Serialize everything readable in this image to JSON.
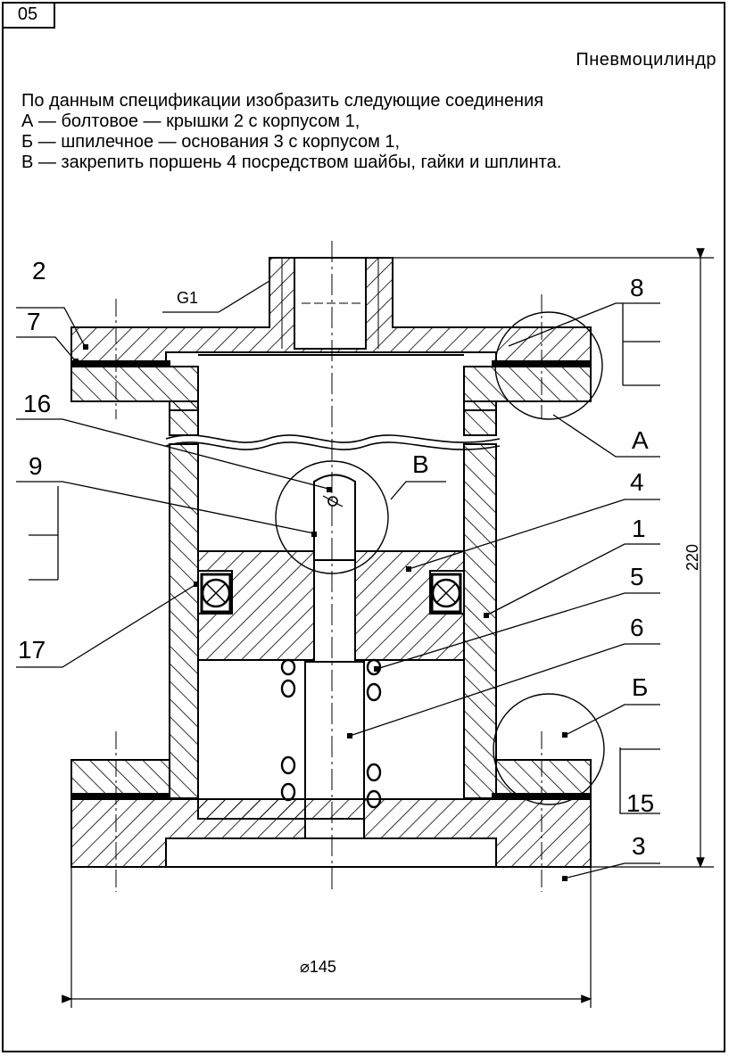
{
  "sheet": {
    "number": "05",
    "title": "Пневмоцилиндр"
  },
  "task": {
    "intro": "По данным спецификации изобразить следующие соединения",
    "items": [
      "А — болтовое — крышки 2 с корпусом 1,",
      "Б — шпилечное  — основания 3 с корпусом 1,",
      "В — закрепить поршень 4 посредством шайбы, гайки и шплинта."
    ]
  },
  "drawing": {
    "part_labels": {
      "p2": "2",
      "p7": "7",
      "p16": "16",
      "p9": "9",
      "p17": "17",
      "p8": "8",
      "p4": "4",
      "p1": "1",
      "p5": "5",
      "p6": "6",
      "p15": "15",
      "p3": "3"
    },
    "view_labels": {
      "a": "А",
      "b": "Б",
      "v": "В"
    },
    "thread_label": "G1",
    "dim_height": "220",
    "dim_diameter": "⌀145"
  }
}
